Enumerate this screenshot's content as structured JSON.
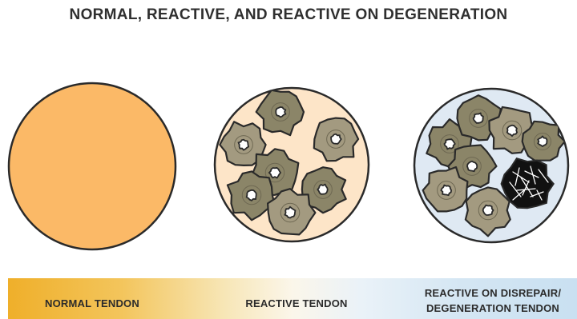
{
  "title": "NORMAL, REACTIVE, AND REACTIVE ON DEGENERATION",
  "stages": [
    {
      "id": "normal",
      "label": "NORMAL TENDON"
    },
    {
      "id": "reactive",
      "label": "REACTIVE TENDON"
    },
    {
      "id": "degeneration",
      "label": "REACTIVE ON DISREPAIR/\nDEGENERATION TENDON"
    }
  ],
  "colors": {
    "normal_fill": "#fbb967",
    "reactive_bg": "#fde5c8",
    "degen_bg": "#dfe9f3",
    "cell_light": "#a39a80",
    "cell_dark": "#8b8568",
    "nucleus": "#ffffff",
    "outline": "#2a2a2a",
    "necrotic": "#111111"
  }
}
